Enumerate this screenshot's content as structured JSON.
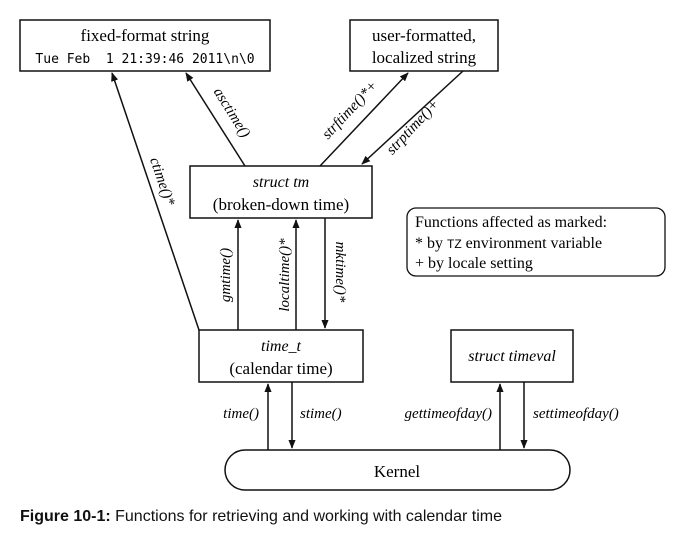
{
  "boxes": {
    "fixed_format": {
      "title": "fixed-format string",
      "example": "Tue Feb  1 21:39:46 2011\\n\\0"
    },
    "user_formatted": {
      "line1": "user-formatted,",
      "line2": "localized string"
    },
    "struct_tm": {
      "line1": "struct tm",
      "line2": "(broken-down time)"
    },
    "time_t": {
      "line1": "time_t",
      "line2": "(calendar time)"
    },
    "timeval": {
      "label": "struct timeval"
    },
    "kernel": {
      "label": "Kernel"
    }
  },
  "functions": {
    "ctime": "ctime()*",
    "asctime": "asctime()",
    "strftime": "strftime()*+",
    "strptime": "strptime()+",
    "gmtime": "gmtime()",
    "localtime": "localtime()*",
    "mktime": "mktime()*",
    "time": "time()",
    "stime": "stime()",
    "gettimeofday": "gettimeofday()",
    "settimeofday": "settimeofday()"
  },
  "legend": {
    "title": "Functions affected as marked:",
    "line1_prefix": "* by ",
    "line1_code": "TZ",
    "line1_suffix": " environment variable",
    "line2": "+ by locale setting"
  },
  "caption": {
    "label": "Figure 10-1:",
    "text": " Functions for retrieving and working with calendar time"
  }
}
